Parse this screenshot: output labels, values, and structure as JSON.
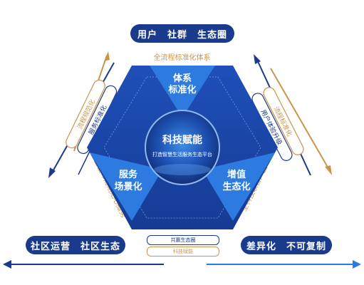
{
  "top_pill": "用户　社群　生态圈",
  "bottom_left_pill": "社区运营　社区生态",
  "bottom_right_pill": "差异化　不可复制",
  "top_caption": "全流程标准化体系",
  "segments": {
    "top": [
      "体系",
      "标准化"
    ],
    "left": [
      "服务",
      "场景化"
    ],
    "right": [
      "增值",
      "生态化"
    ]
  },
  "center": {
    "title": "科技赋能",
    "subtitle": "打造智慧生活服务生态平台"
  },
  "side_labels": {
    "left_outer_top": "流程规范化",
    "left_inner_top": "服务标准化",
    "right_outer_top": "流程标准化",
    "right_inner_top": "用户体验升级",
    "left_lower": "全生命周期贴心服务",
    "right_lower": "全科技联合产品"
  },
  "legend": [
    "共赢生态圈",
    "科技赋能"
  ],
  "colors": {
    "navy": "#1a3a8c",
    "blue": "#1f5fc8",
    "light_blue": "#2d7be0",
    "gold": "#c8964e"
  }
}
